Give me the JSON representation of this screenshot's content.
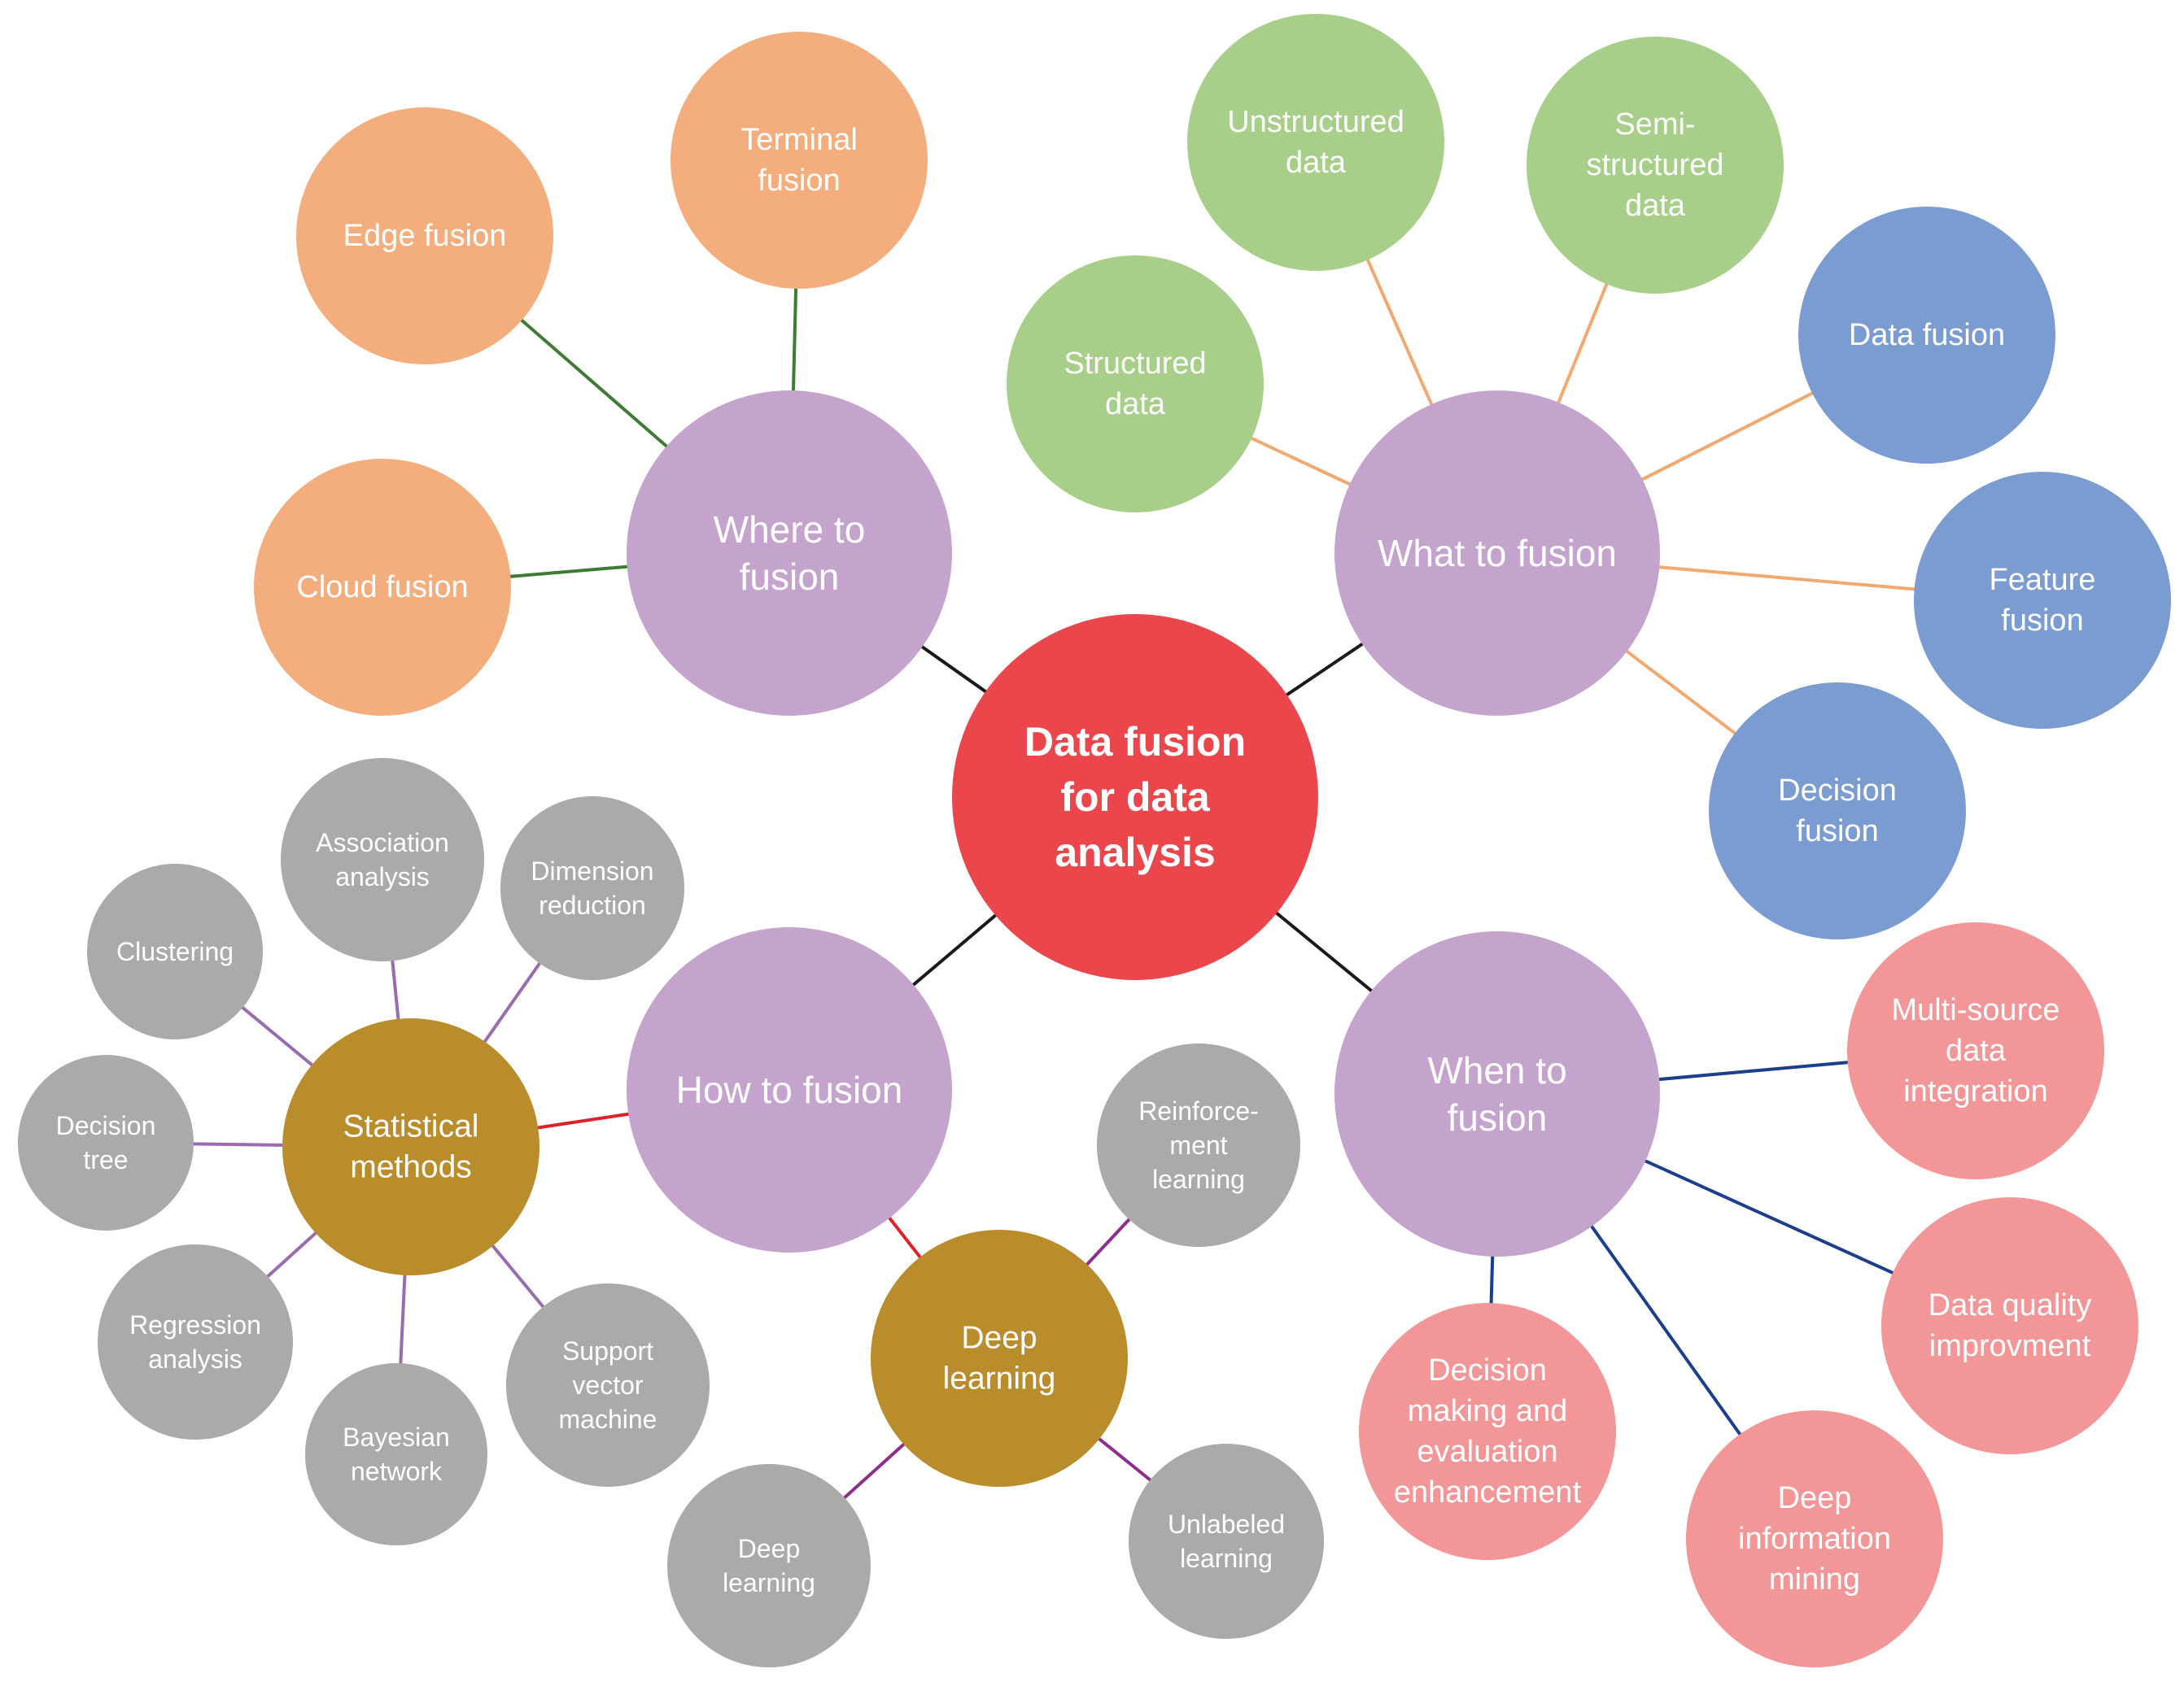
{
  "diagram": {
    "center": {
      "lines": [
        "Data fusion",
        "for data",
        "analysis"
      ]
    },
    "branches": {
      "where": {
        "lines": [
          "Where to",
          "fusion"
        ]
      },
      "what": {
        "lines": [
          "What to fusion"
        ]
      },
      "how": {
        "lines": [
          "How to fusion"
        ]
      },
      "when": {
        "lines": [
          "When to",
          "fusion"
        ]
      }
    },
    "where_items": [
      {
        "lines": [
          "Edge fusion"
        ]
      },
      {
        "lines": [
          "Terminal",
          "fusion"
        ]
      },
      {
        "lines": [
          "Cloud fusion"
        ]
      }
    ],
    "what_data_items": [
      {
        "lines": [
          "Structured",
          "data"
        ]
      },
      {
        "lines": [
          "Unstructured",
          "data"
        ]
      },
      {
        "lines": [
          "Semi-",
          "structured",
          "data"
        ]
      }
    ],
    "what_level_items": [
      {
        "lines": [
          "Data fusion"
        ]
      },
      {
        "lines": [
          "Feature",
          "fusion"
        ]
      },
      {
        "lines": [
          "Decision",
          "fusion"
        ]
      }
    ],
    "how_methods": {
      "statistical": {
        "lines": [
          "Statistical",
          "methods"
        ]
      },
      "deep": {
        "lines": [
          "Deep",
          "learning"
        ]
      }
    },
    "statistical_items": [
      {
        "lines": [
          "Association",
          "analysis"
        ]
      },
      {
        "lines": [
          "Dimension",
          "reduction"
        ]
      },
      {
        "lines": [
          "Clustering"
        ]
      },
      {
        "lines": [
          "Decision",
          "tree"
        ]
      },
      {
        "lines": [
          "Regression",
          "analysis"
        ]
      },
      {
        "lines": [
          "Bayesian",
          "network"
        ]
      },
      {
        "lines": [
          "Support",
          "vector",
          "machine"
        ]
      }
    ],
    "deep_items": [
      {
        "lines": [
          "Reinforce-",
          "ment",
          "learning"
        ]
      },
      {
        "lines": [
          "Deep",
          "learning"
        ]
      },
      {
        "lines": [
          "Unlabeled",
          "learning"
        ]
      }
    ],
    "when_items": [
      {
        "lines": [
          "Multi-source",
          "data",
          "integration"
        ]
      },
      {
        "lines": [
          "Data quality",
          "improvment"
        ]
      },
      {
        "lines": [
          "Decision",
          "making and",
          "evaluation",
          "enhancement"
        ]
      },
      {
        "lines": [
          "Deep",
          "information",
          "mining"
        ]
      }
    ]
  },
  "colors": {
    "center": "#EA464B",
    "branch": "#C4A3CC",
    "where_leaf": "#F4AE7E",
    "what_data_leaf": "#A7CF8A",
    "what_level_leaf": "#7B9CD0",
    "method": "#B98C2C",
    "method_leaf": "#AAAAAB",
    "when_leaf": "#F29698",
    "link_center": "#1A1A1A",
    "link_where": "#3E7B33",
    "link_what": "#F1A96F",
    "link_how": "#E0202A",
    "link_method": "#9B6BB0",
    "link_deep": "#8E2D8E",
    "link_when": "#1C3F8C"
  }
}
